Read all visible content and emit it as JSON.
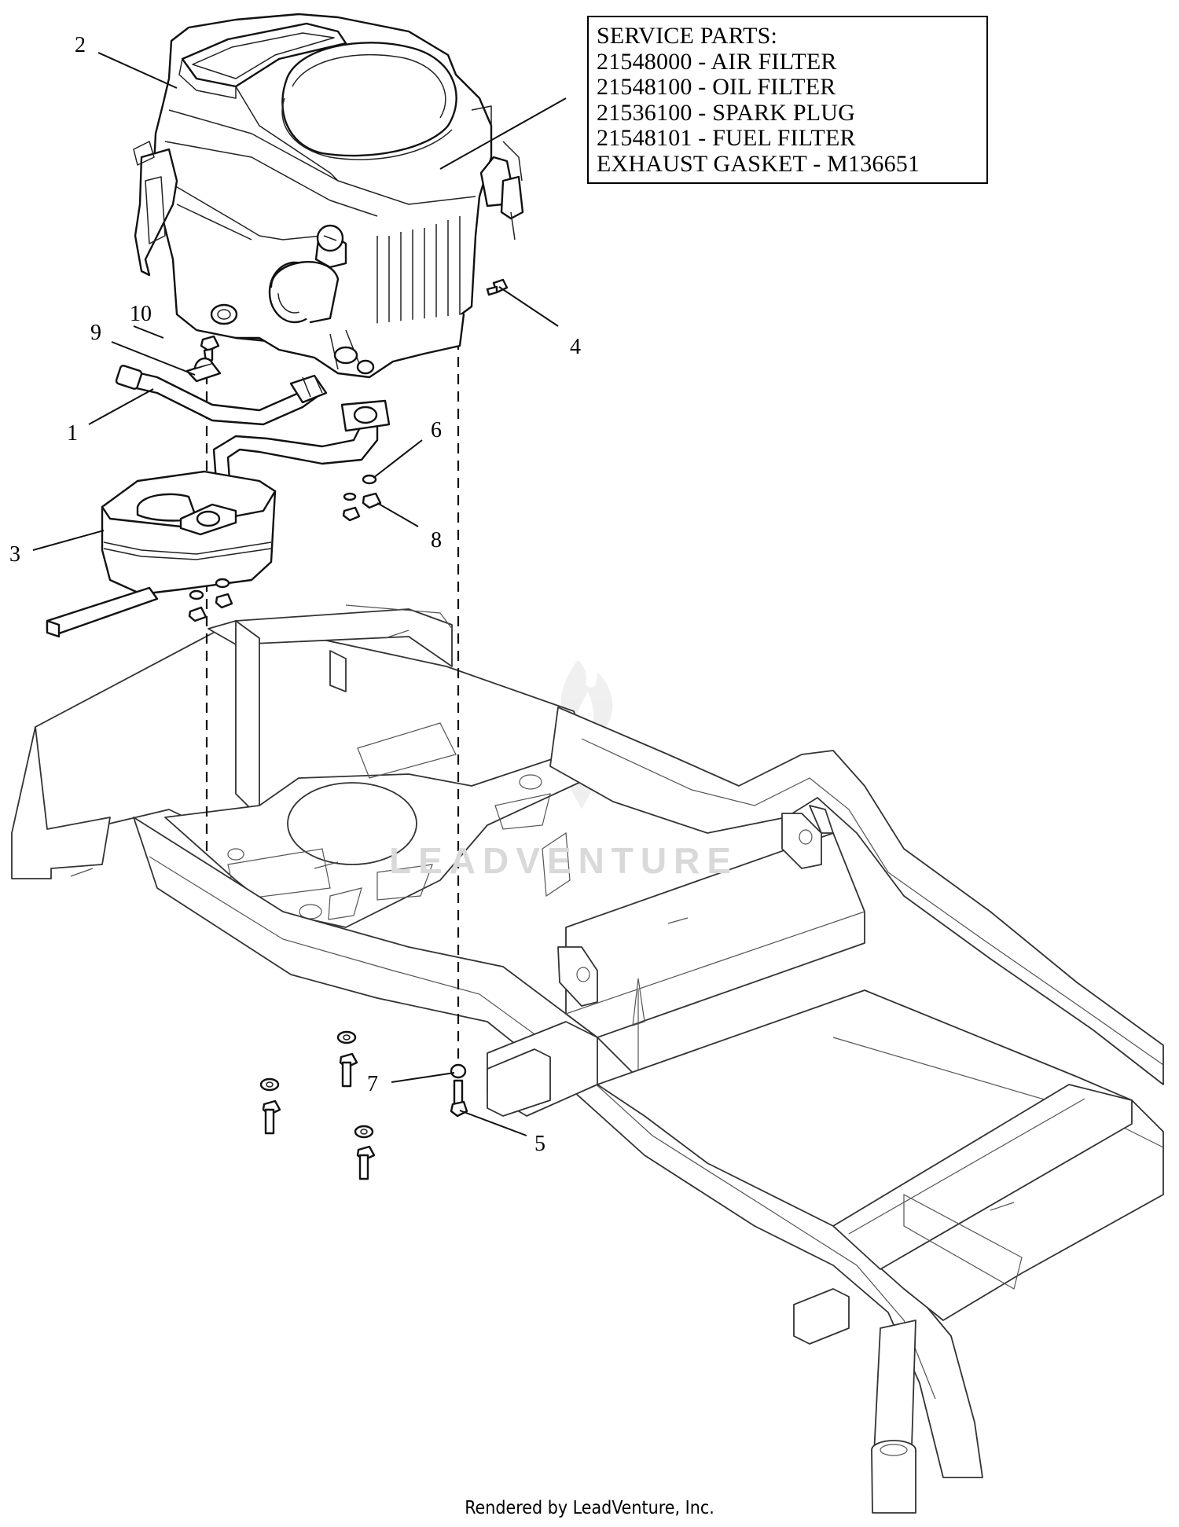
{
  "service_parts": {
    "title": "SERVICE PARTS:",
    "lines": [
      "21548000 - AIR FILTER",
      "21548100 - OIL FILTER",
      "21536100 - SPARK PLUG",
      "21548101 - FUEL FILTER",
      "EXHAUST GASKET - M136651"
    ]
  },
  "callouts": {
    "c1": "1",
    "c2": "2",
    "c3": "3",
    "c4": "4",
    "c5": "5",
    "c6": "6",
    "c7": "7",
    "c8": "8",
    "c9": "9",
    "c10": "10"
  },
  "watermark": {
    "text": "LEADVENTURE"
  },
  "footer": {
    "text": "Rendered by LeadVenture, Inc."
  },
  "icons": {
    "watermark_logo": "flame-v-logo-icon"
  }
}
